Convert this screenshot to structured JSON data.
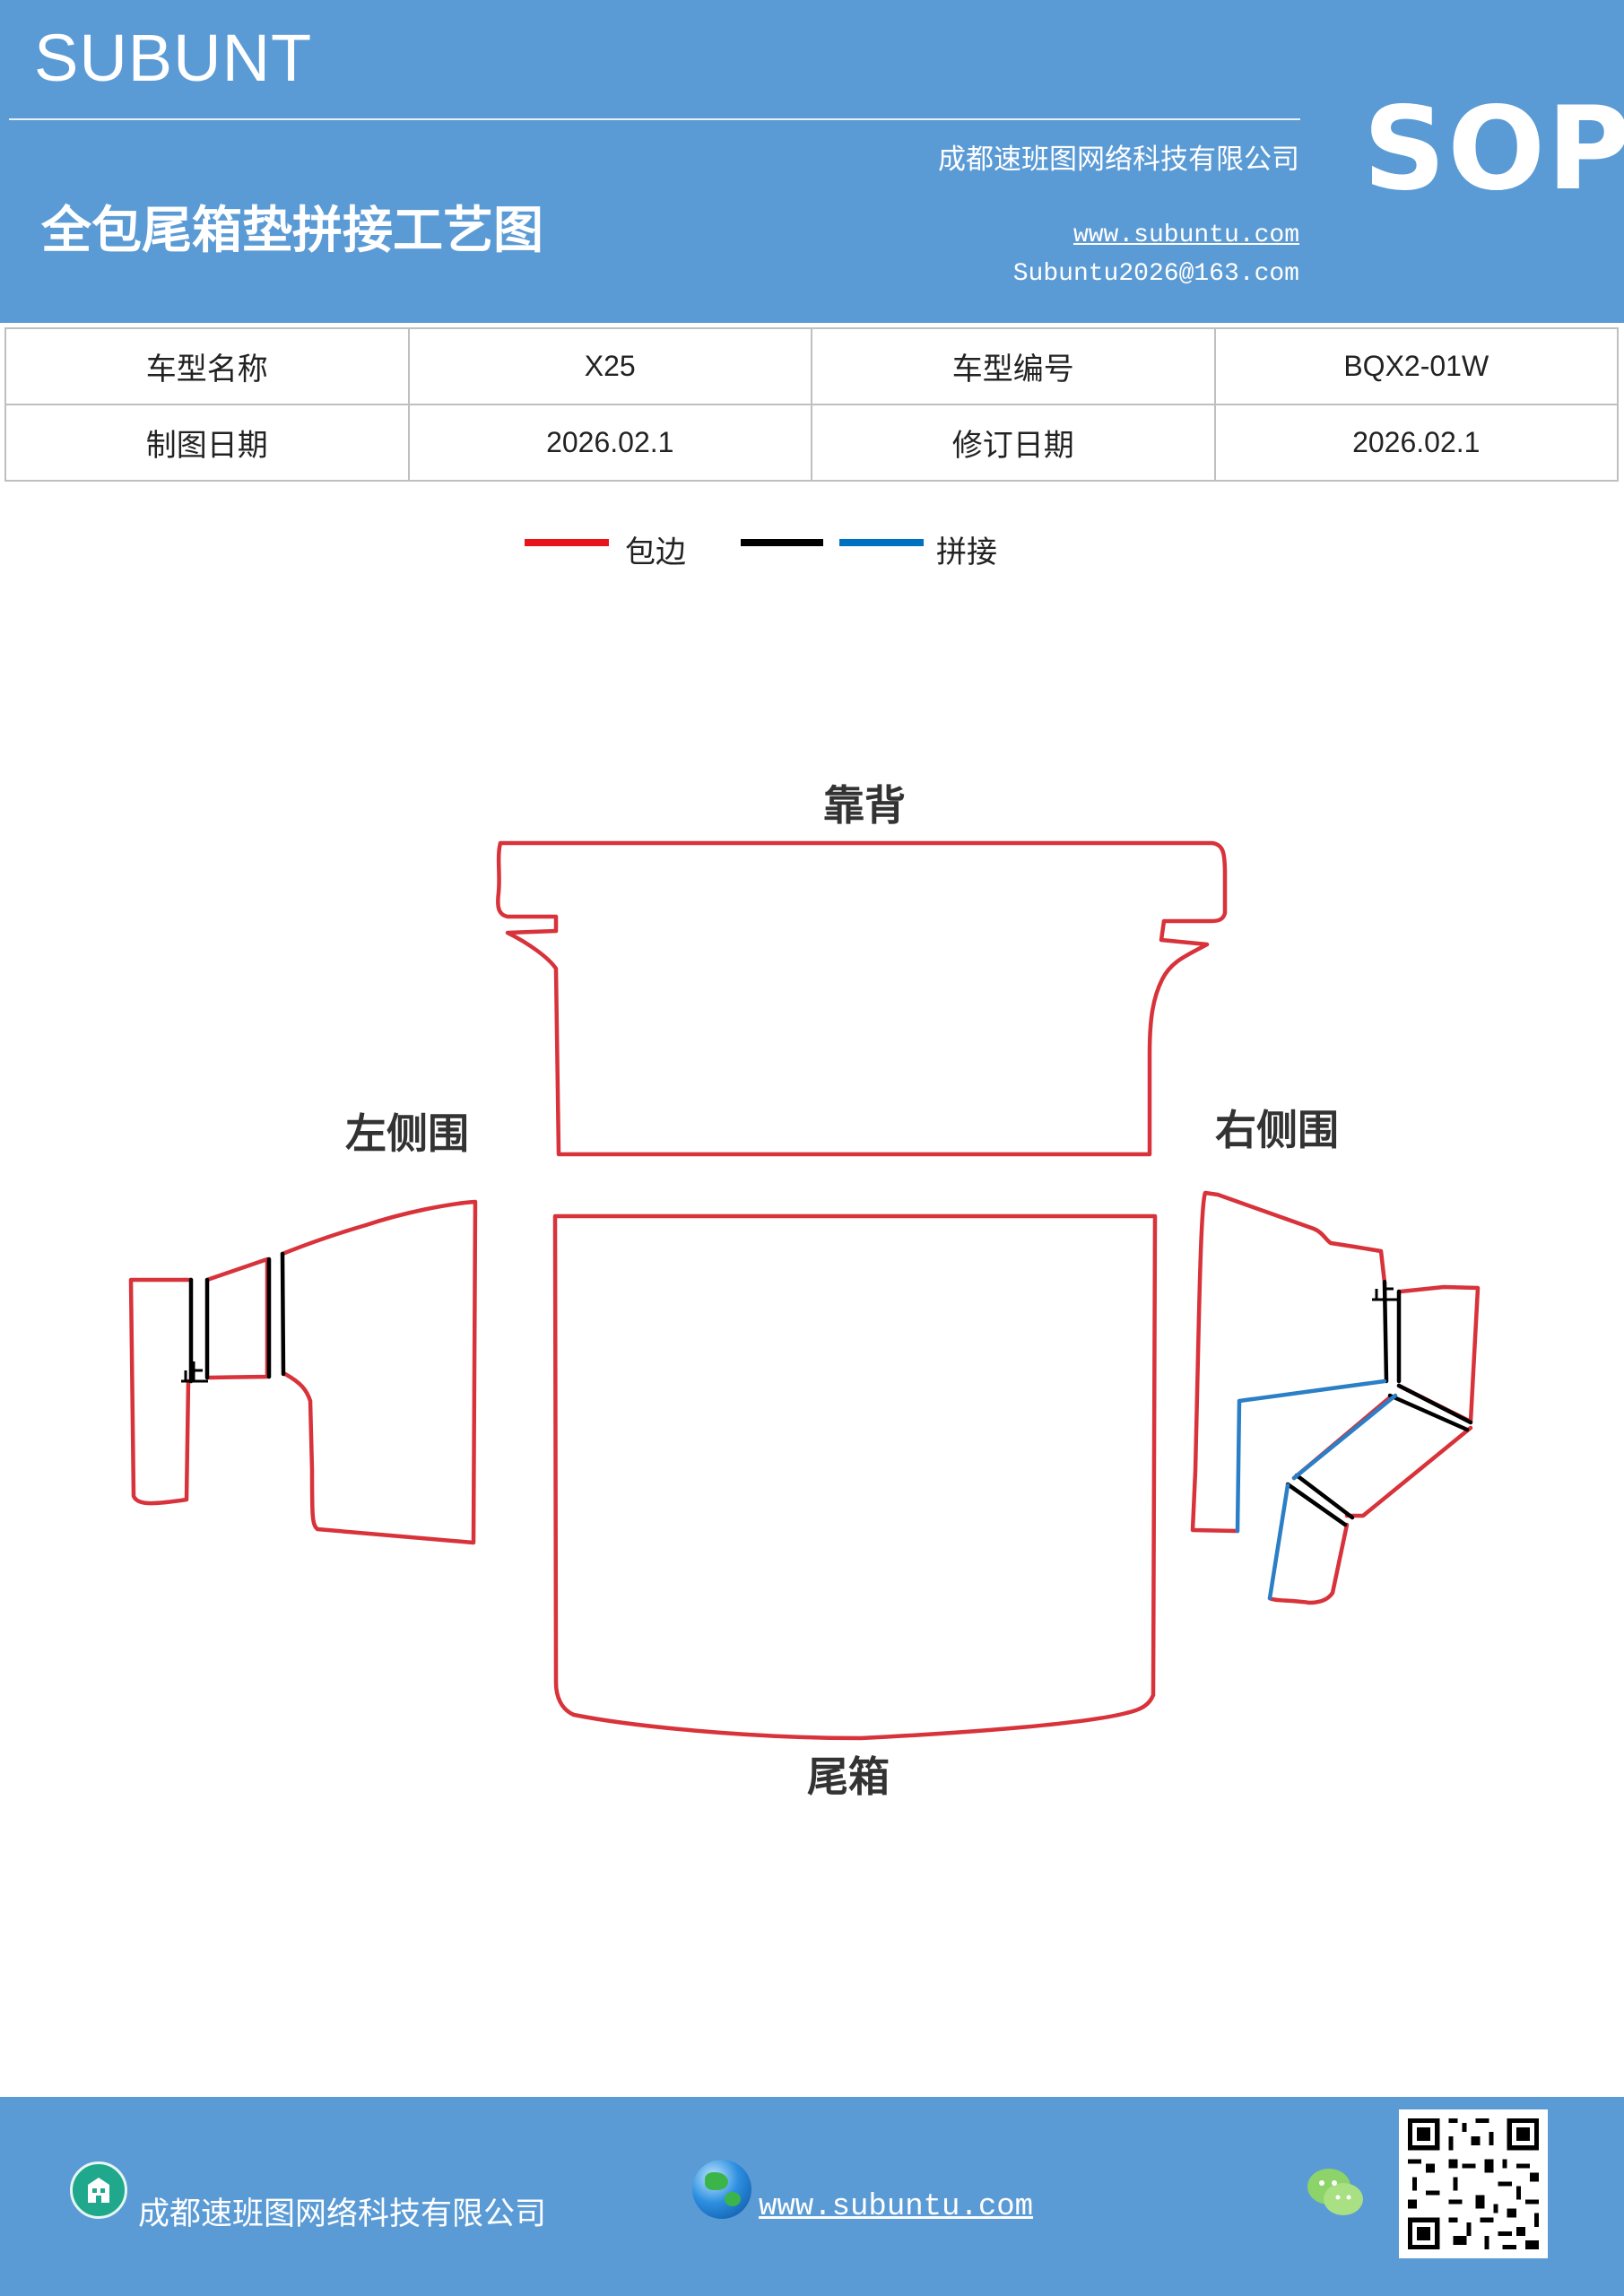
{
  "header": {
    "brand": "SUBUNT",
    "company": "成都速班图网络科技有限公司",
    "title": "全包尾箱垫拼接工艺图",
    "website": "www.subuntu.com",
    "email": "Subuntu2026@163.com",
    "badge": "SOP"
  },
  "info_table": {
    "rows": [
      {
        "label1": "车型名称",
        "value1": "X25",
        "label2": "车型编号",
        "value2": "BQX2-01W"
      },
      {
        "label1": "制图日期",
        "value1": "2026.02.1",
        "label2": "修订日期",
        "value2": "2026.02.1"
      }
    ]
  },
  "legend": {
    "items": [
      {
        "label": "包边",
        "color": "#e8141c"
      },
      {
        "label": "",
        "color": "#000000"
      },
      {
        "label": "拼接",
        "color": "#0070c0"
      }
    ]
  },
  "diagram": {
    "labels": {
      "backrest": "靠背",
      "left_side": "左侧围",
      "right_side": "右侧围",
      "trunk": "尾箱",
      "stop_mark": "止"
    },
    "colors": {
      "edge": "#d8323a",
      "seam_black": "#000000",
      "seam_blue": "#2a7fc6"
    }
  },
  "footer": {
    "company": "成都速班图网络科技有限公司",
    "website": "www.subuntu.com",
    "icons": [
      "building-icon",
      "globe-icon",
      "wechat-icon",
      "qr-code"
    ]
  }
}
